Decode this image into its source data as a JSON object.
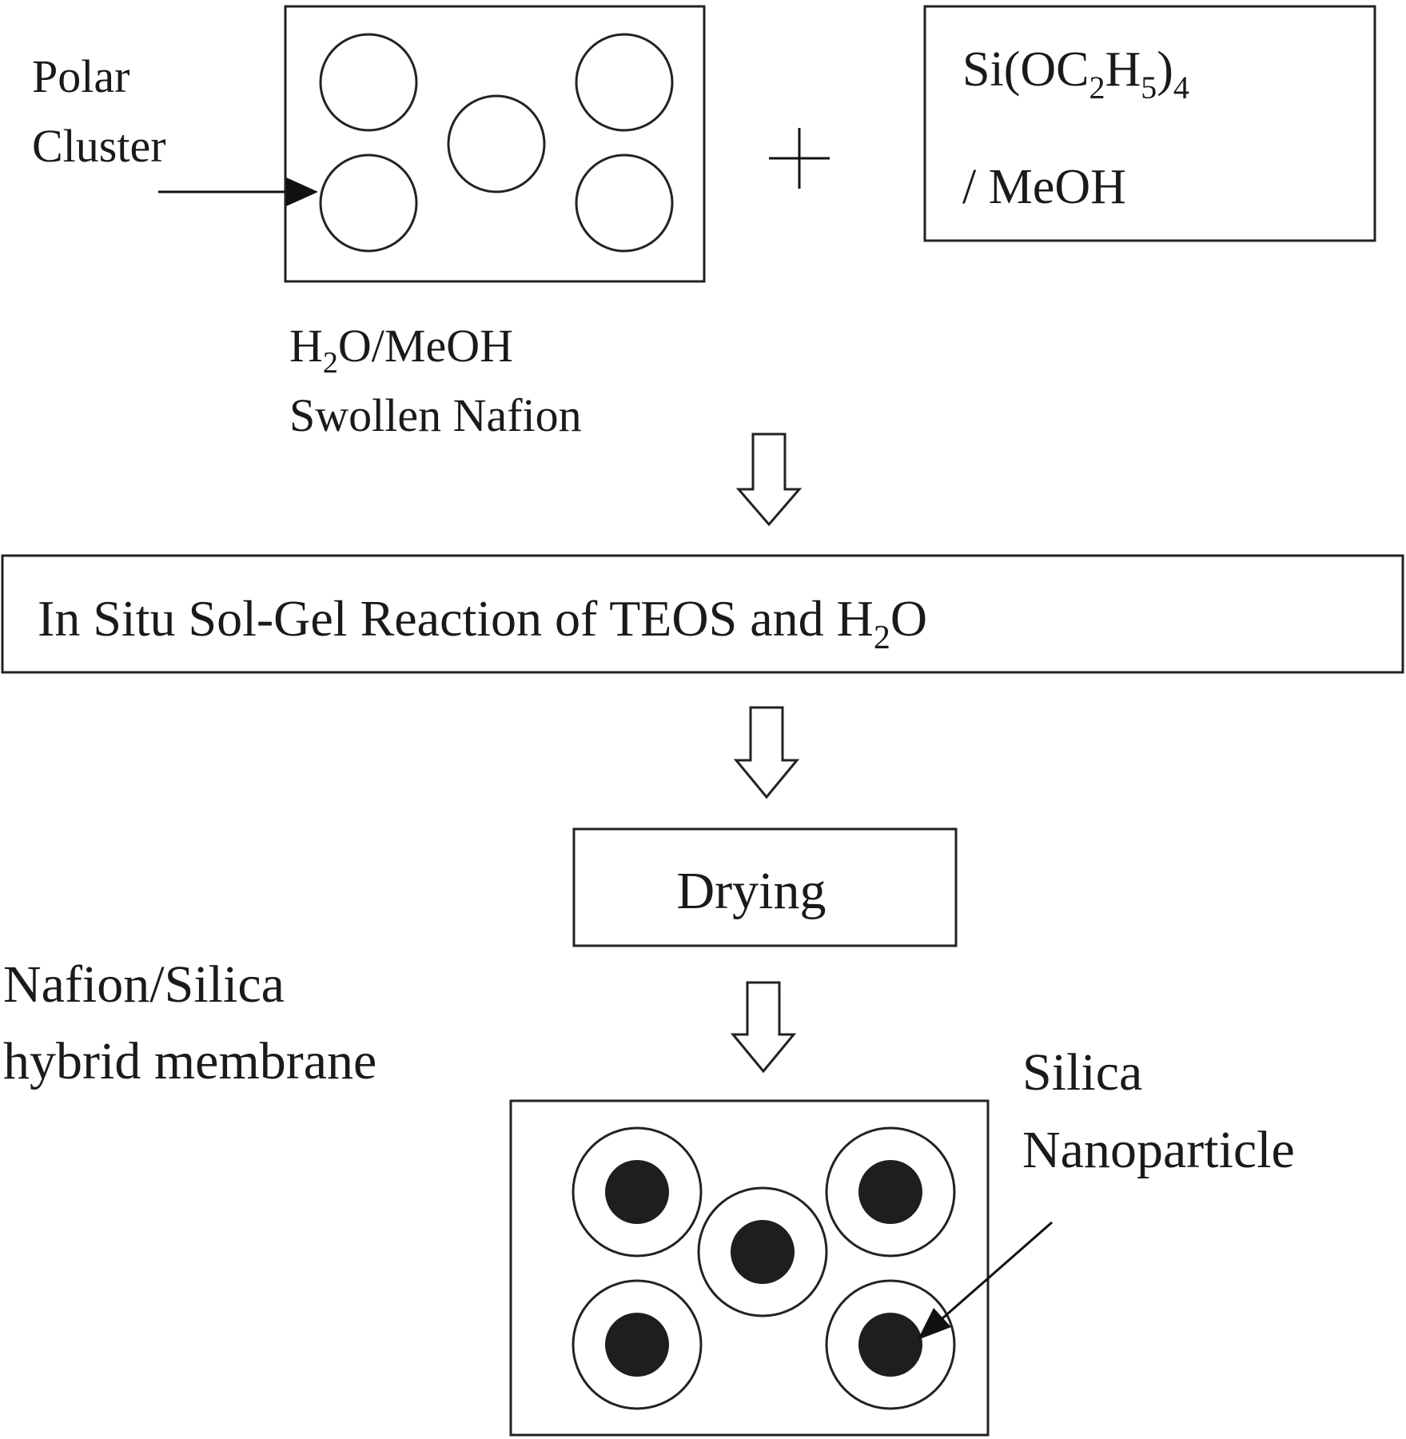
{
  "labels": {
    "polar_line1": "Polar",
    "polar_line2": "Cluster",
    "swollen_line1_a": "H",
    "swollen_line1_sub": "2",
    "swollen_line1_b": "O/MeOH",
    "swollen_line2": "Swollen Nafion",
    "plus": "+",
    "teos_a": "Si(OC",
    "teos_sub1": "2",
    "teos_b": "H",
    "teos_sub2": "5",
    "teos_c": ")",
    "teos_sub3": "4",
    "teos_line2": "/ MeOH",
    "reaction_a": "In Situ Sol-Gel Reaction of TEOS and H",
    "reaction_sub": "2",
    "reaction_b": "O",
    "drying": "Drying",
    "hybrid_line1": "Nafion/Silica",
    "hybrid_line2": "hybrid membrane",
    "silica_line1": "Silica",
    "silica_line2": "Nanoparticle"
  },
  "colors": {
    "stroke": "#222222",
    "nanoparticle_fill": "#1e1e1e",
    "background": "#ffffff"
  }
}
